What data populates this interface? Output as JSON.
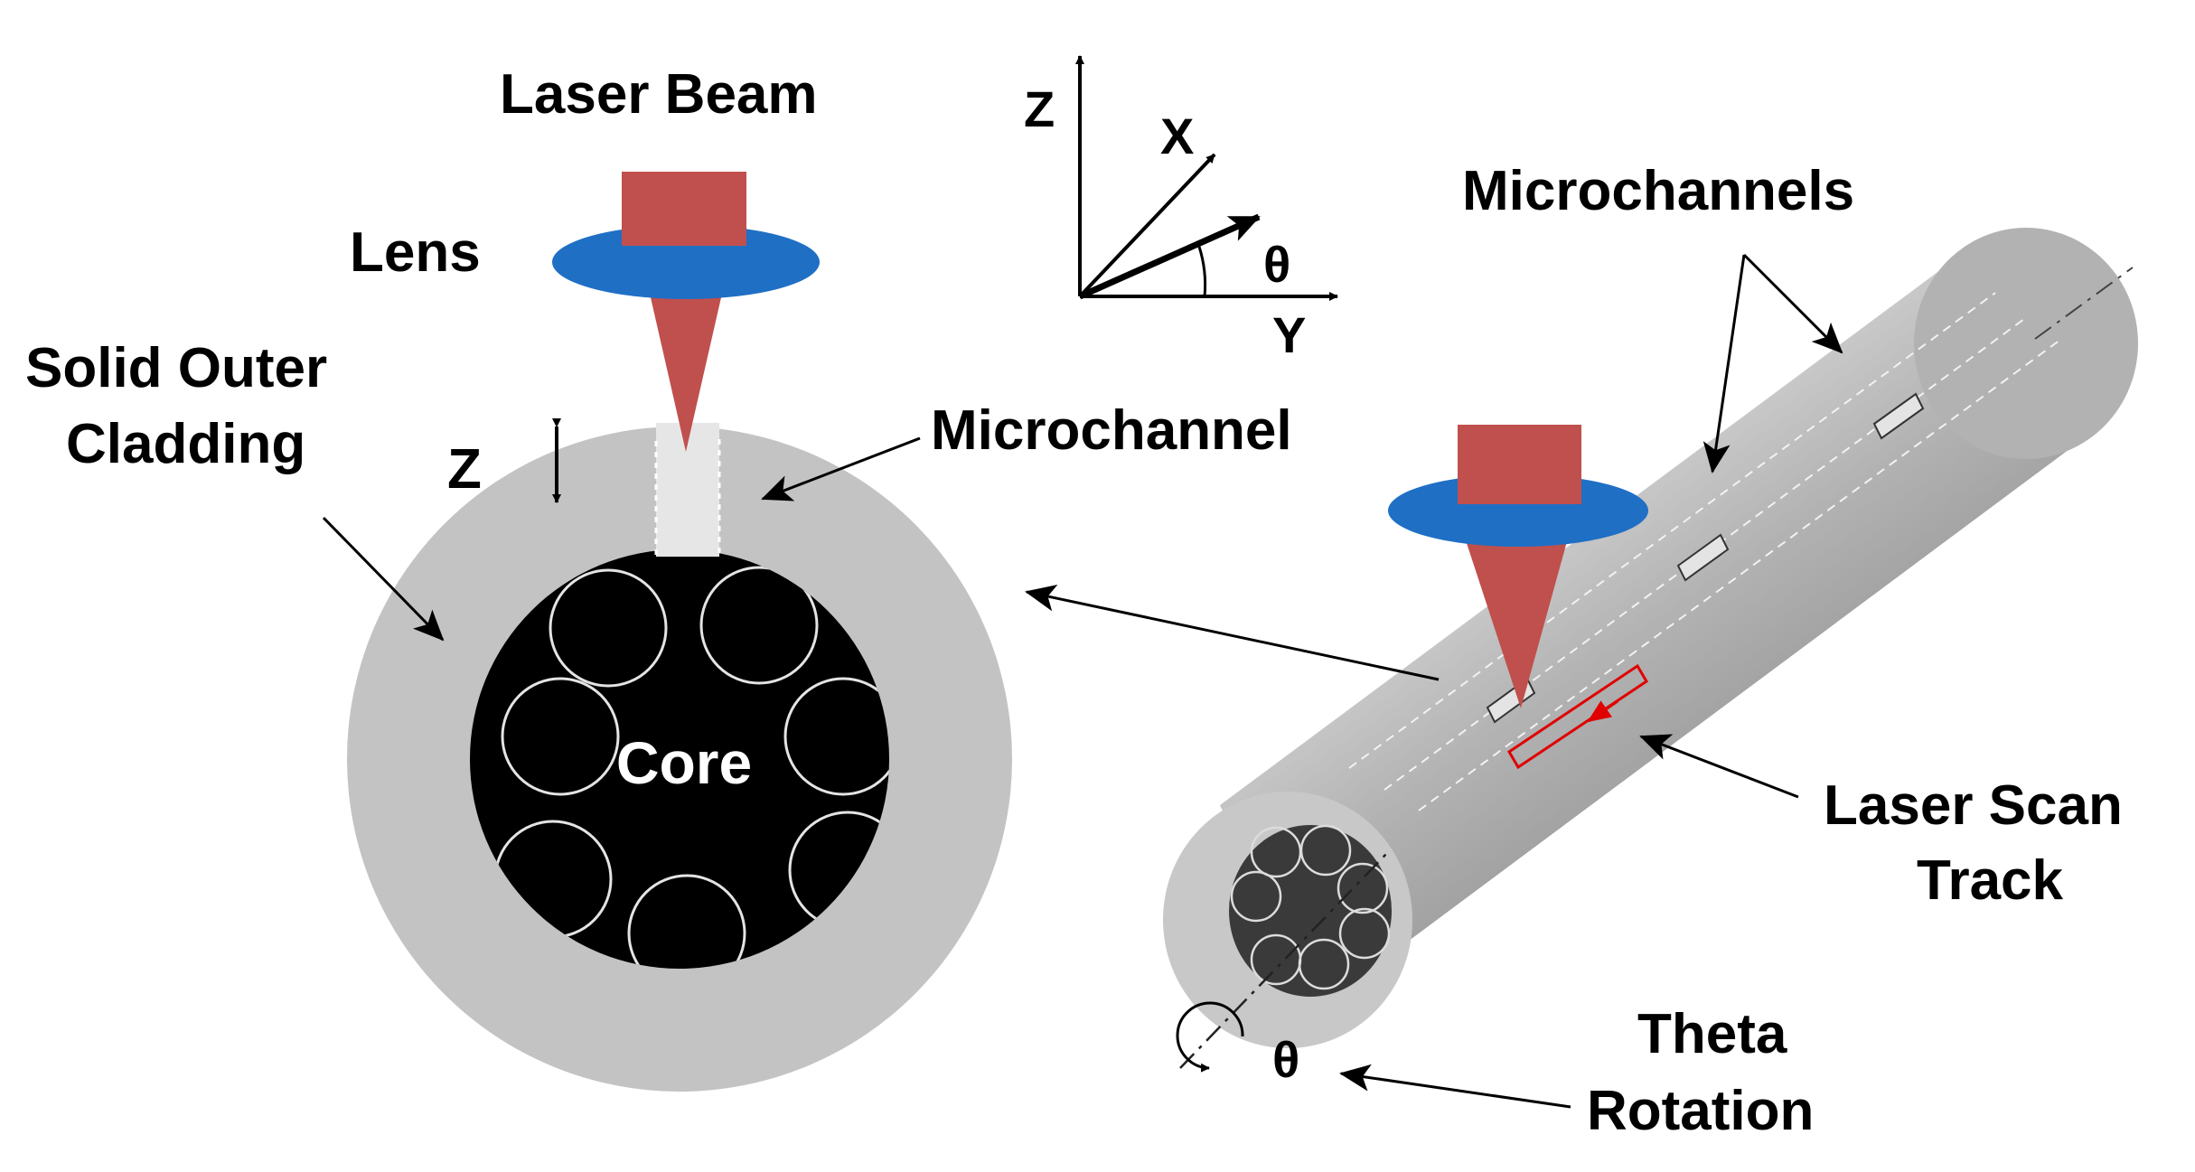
{
  "labels": {
    "laser_beam": "Laser Beam",
    "lens": "Lens",
    "solid_outer_line1": "Solid Outer",
    "solid_outer_line2": "Cladding",
    "z_motion": "Z",
    "microchannel": "Microchannel",
    "core": "Core",
    "microchannels": "Microchannels",
    "laser_scan_line1": "Laser Scan",
    "laser_scan_line2": "Track",
    "theta_rotation_line1": "Theta",
    "theta_rotation_line2": "Rotation",
    "theta_symbol": "θ"
  },
  "axes": {
    "z": "Z",
    "x": "X",
    "y": "Y",
    "theta": "θ"
  },
  "colors": {
    "laser": "#c0504d",
    "lens": "#1f6fc5",
    "cladding": "#c3c3c3",
    "core": "#000000",
    "fiber_body": "#a9a9a9",
    "scan_track": "#e00000"
  }
}
